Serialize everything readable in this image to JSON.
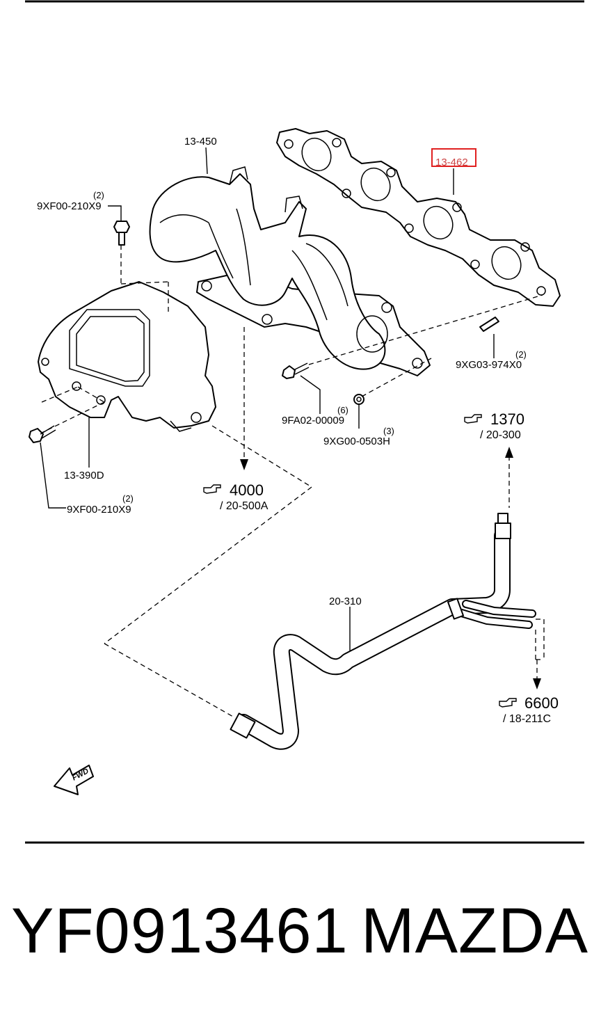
{
  "labels": {
    "manifold": "13-450",
    "gasket": "13-462",
    "bolt_top": "9XF00-210X9",
    "bolt_top_qty": "(2)",
    "bolt_bottom": "9XF00-210X9",
    "bolt_bottom_qty": "(2)",
    "heat_shield": "13-390D",
    "stud": "9FA02-00009",
    "stud_qty": "(6)",
    "nut": "9XG00-0503H",
    "nut_qty": "(3)",
    "dowel": "9XG03-974X0",
    "dowel_qty": "(2)",
    "pipe": "20-310"
  },
  "refs": {
    "r4000": {
      "code": "4000",
      "sub": "/ 20-500A"
    },
    "r1370": {
      "code": "1370",
      "sub": "/ 20-300"
    },
    "r6600": {
      "code": "6600",
      "sub": "/ 18-211C"
    }
  },
  "fwd_label": "FWD",
  "footer": {
    "part_number": "YF0913461",
    "brand": "MAZDA"
  },
  "colors": {
    "highlight_box": "#e02020",
    "line": "#000000"
  },
  "icons": [
    "pointing-hand-icon",
    "fwd-arrow-icon"
  ]
}
